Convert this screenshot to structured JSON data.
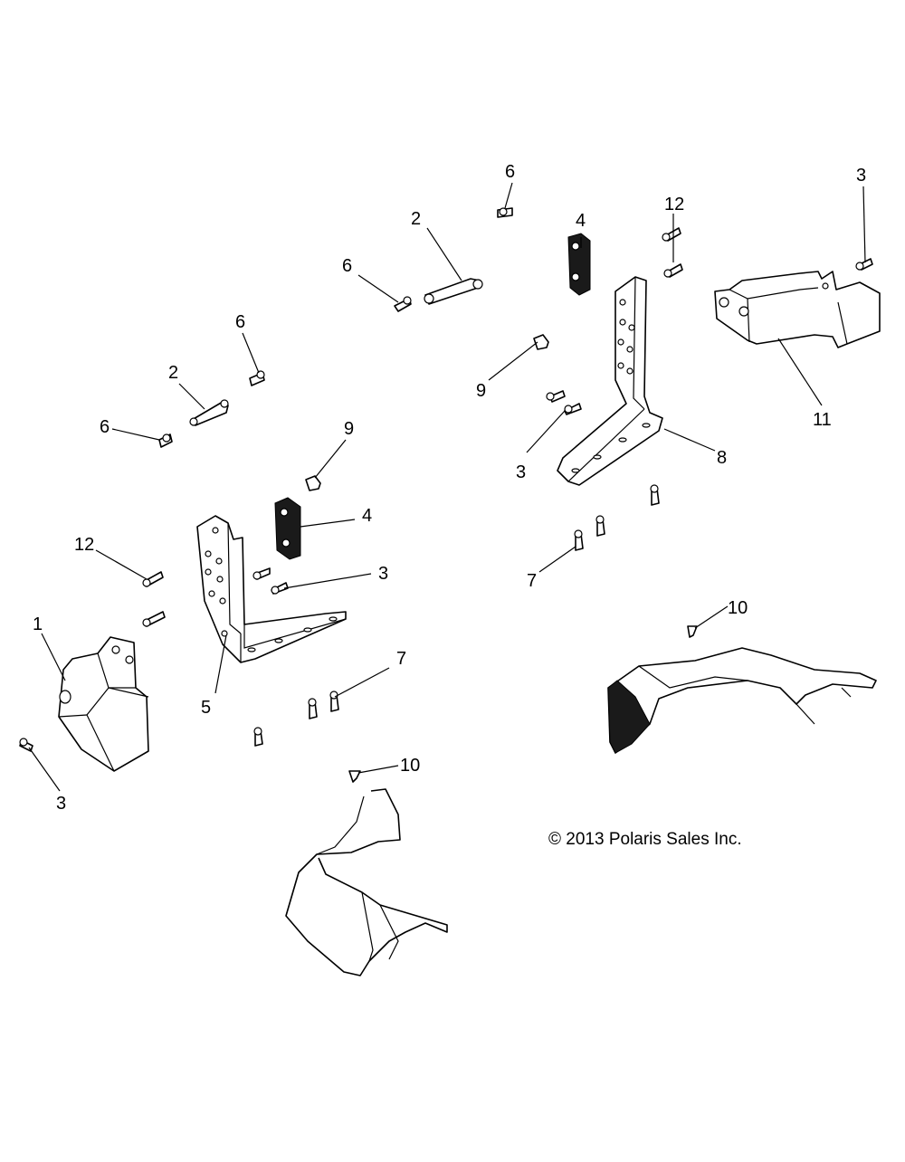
{
  "callouts": {
    "c1": "1",
    "c2a": "2",
    "c2b": "2",
    "c3a": "3",
    "c3b": "3",
    "c3c": "3",
    "c3d": "3",
    "c4a": "4",
    "c4b": "4",
    "c5": "5",
    "c6a": "6",
    "c6b": "6",
    "c6c": "6",
    "c6d": "6",
    "c7a": "7",
    "c7b": "7",
    "c8": "8",
    "c9a": "9",
    "c9b": "9",
    "c10a": "10",
    "c10b": "10",
    "c11": "11",
    "c12a": "12",
    "c12b": "12"
  },
  "copyright": "© 2013 Polaris Sales Inc."
}
